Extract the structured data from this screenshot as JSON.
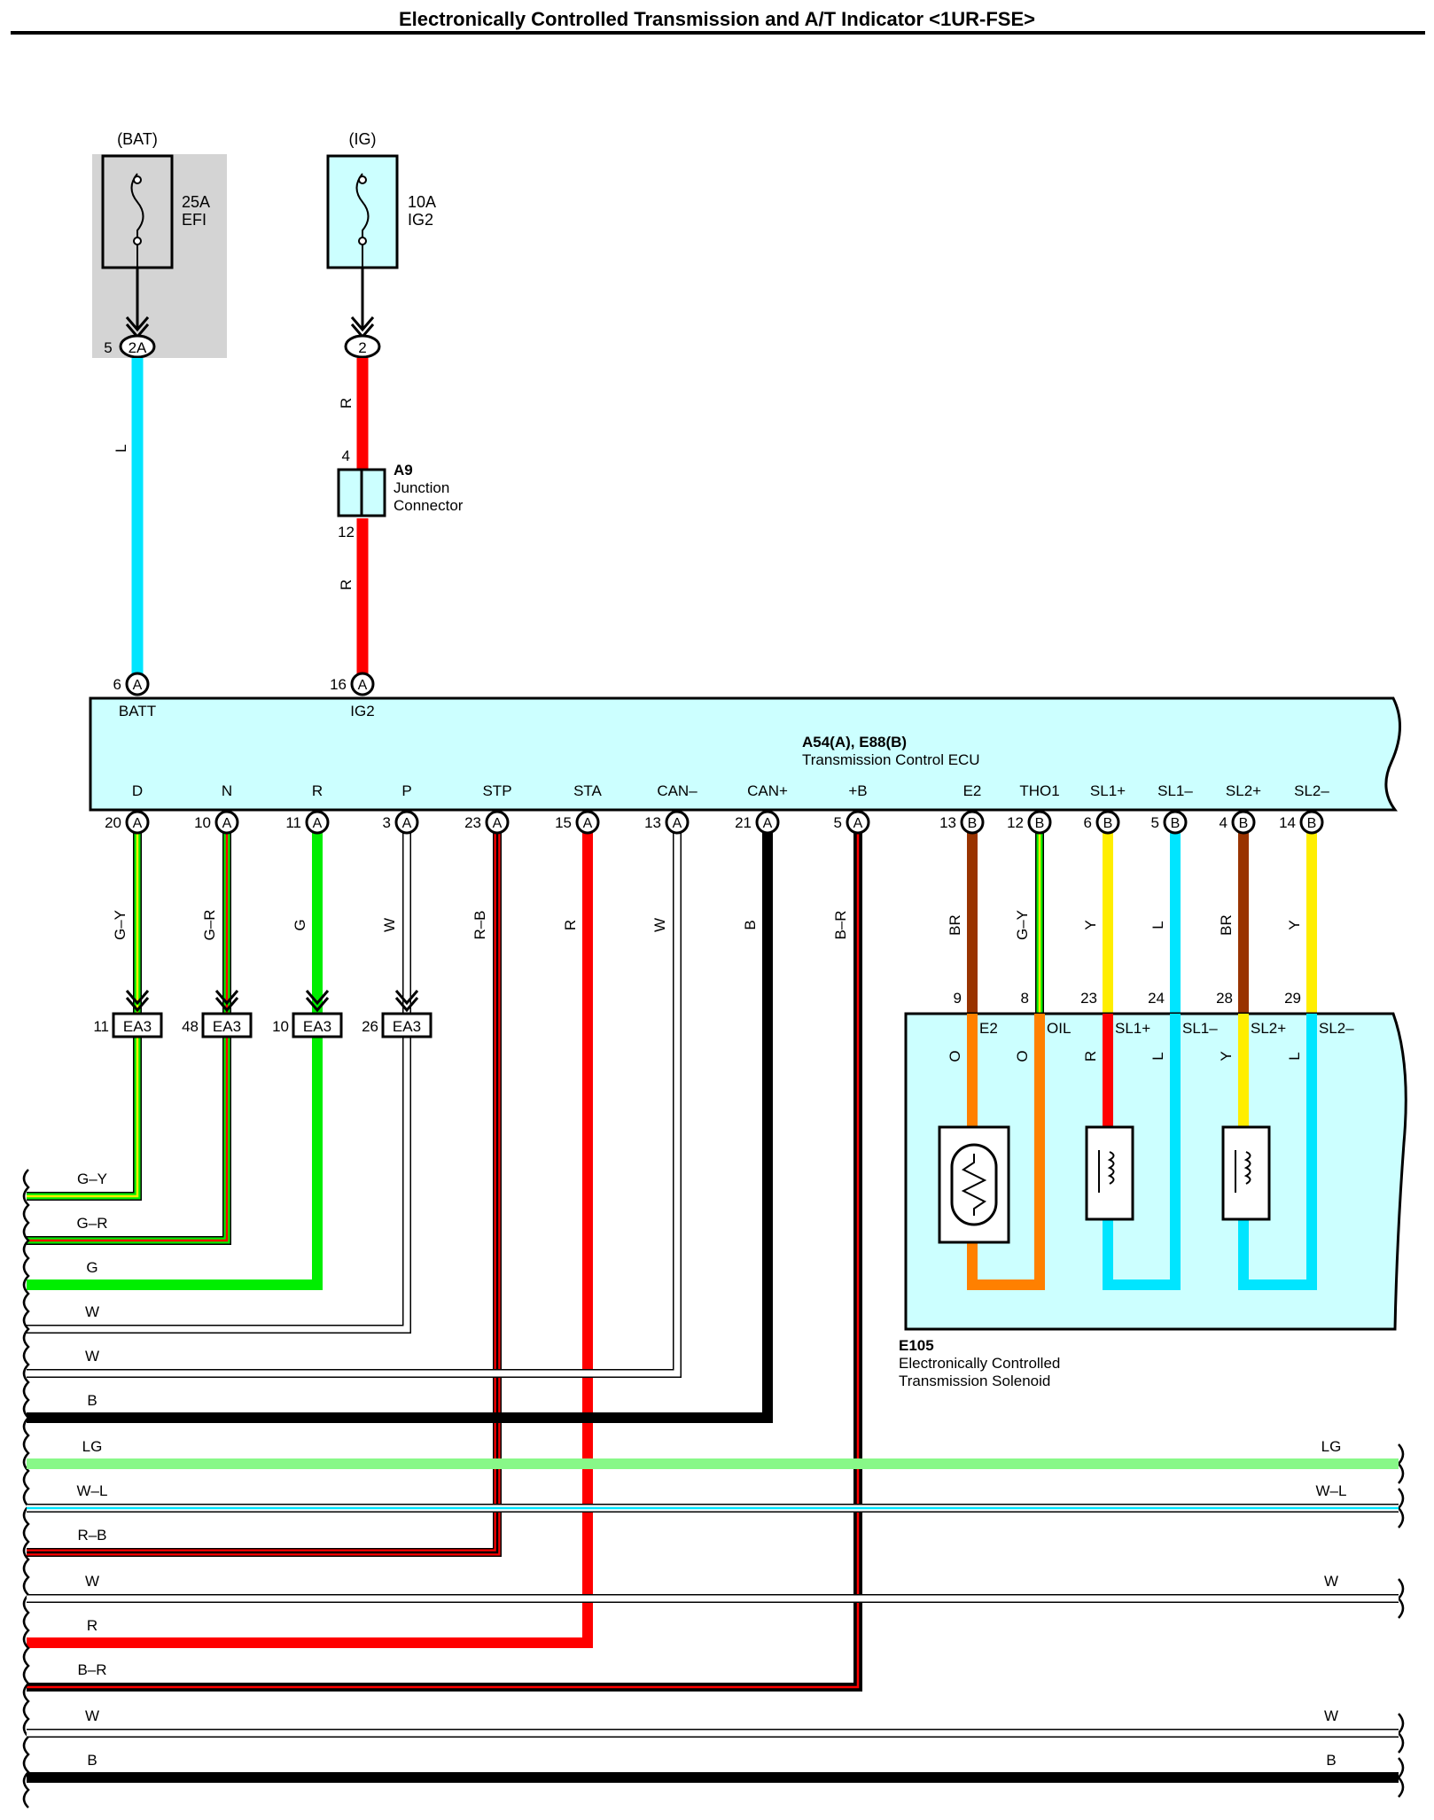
{
  "title": "Electronically Controlled Transmission and A/T Indicator <1UR-FSE>",
  "colors": {
    "L": "#00e5ff",
    "R": "#ff0000",
    "G": "#00ee00",
    "LG": "#88f888",
    "Y": "#ffee00",
    "BR": "#993300",
    "O": "#ff8000",
    "B": "#000000",
    "W": "#ffffff",
    "ecu_fill": "#ccffff",
    "bat_fill": "#d4d4d4"
  },
  "fuses": [
    {
      "source": "(BAT)",
      "rating": "25A",
      "name": "EFI",
      "pin": "5",
      "connector": "2A"
    },
    {
      "source": "(IG)",
      "rating": "10A",
      "name": "IG2",
      "pin": "",
      "connector": "2"
    }
  ],
  "supply_wire_labels": {
    "bat": "L",
    "ig_upper": "R",
    "ig_lower": "R"
  },
  "junction": {
    "id": "A9",
    "line1": "Junction",
    "line2": "Connector",
    "pin_top": "4",
    "pin_bottom": "12"
  },
  "ecu": {
    "id": "A54(A), E88(B)",
    "name": "Transmission Control ECU",
    "top_pins": [
      {
        "pin": "6",
        "conn": "A",
        "label": "BATT"
      },
      {
        "pin": "16",
        "conn": "A",
        "label": "IG2"
      }
    ],
    "bottom_pins": [
      {
        "pin": "20",
        "conn": "A",
        "label": "D",
        "wire": "G–Y"
      },
      {
        "pin": "10",
        "conn": "A",
        "label": "N",
        "wire": "G–R"
      },
      {
        "pin": "11",
        "conn": "A",
        "label": "R",
        "wire": "G"
      },
      {
        "pin": "3",
        "conn": "A",
        "label": "P",
        "wire": "W"
      },
      {
        "pin": "23",
        "conn": "A",
        "label": "STP",
        "wire": "R–B"
      },
      {
        "pin": "15",
        "conn": "A",
        "label": "STA",
        "wire": "R"
      },
      {
        "pin": "13",
        "conn": "A",
        "label": "CAN–",
        "wire": "W"
      },
      {
        "pin": "21",
        "conn": "A",
        "label": "CAN+",
        "wire": "B"
      },
      {
        "pin": "5",
        "conn": "A",
        "label": "+B",
        "wire": "B–R"
      },
      {
        "pin": "13",
        "conn": "B",
        "label": "E2",
        "wire": "BR"
      },
      {
        "pin": "12",
        "conn": "B",
        "label": "THO1",
        "wire": "G–Y"
      },
      {
        "pin": "6",
        "conn": "B",
        "label": "SL1+",
        "wire": "Y"
      },
      {
        "pin": "5",
        "conn": "B",
        "label": "SL1–",
        "wire": "L"
      },
      {
        "pin": "4",
        "conn": "B",
        "label": "SL2+",
        "wire": "BR"
      },
      {
        "pin": "14",
        "conn": "B",
        "label": "SL2–",
        "wire": "Y"
      }
    ]
  },
  "ea3": [
    {
      "pin": "11",
      "name": "EA3"
    },
    {
      "pin": "48",
      "name": "EA3"
    },
    {
      "pin": "10",
      "name": "EA3"
    },
    {
      "pin": "26",
      "name": "EA3"
    }
  ],
  "solenoid": {
    "id": "E105",
    "line1": "Electronically Controlled",
    "line2": "Transmission Solenoid",
    "pins": [
      {
        "pin": "9",
        "label": "E2",
        "wire": "O"
      },
      {
        "pin": "8",
        "label": "OIL",
        "wire": "O"
      },
      {
        "pin": "23",
        "label": "SL1+",
        "wire": "R"
      },
      {
        "pin": "24",
        "label": "SL1–",
        "wire": "L"
      },
      {
        "pin": "28",
        "label": "SL2+",
        "wire": "Y"
      },
      {
        "pin": "29",
        "label": "SL2–",
        "wire": "L"
      }
    ]
  },
  "bus_left_labels": [
    "G–Y",
    "G–R",
    "G",
    "W",
    "W",
    "B",
    "LG",
    "W–L",
    "R–B",
    "W",
    "R",
    "B–R",
    "W",
    "B"
  ],
  "bus_right_labels": [
    "LG",
    "W–L",
    "W",
    "W",
    "B"
  ]
}
